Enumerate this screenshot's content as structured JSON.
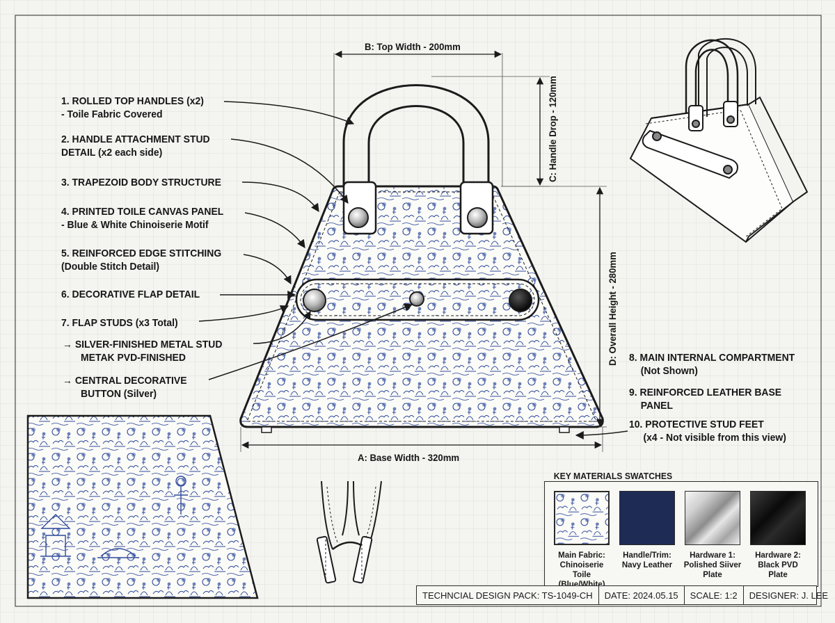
{
  "callouts": [
    {
      "title": "1. ROLLED TOP HANDLES (x2)",
      "sub": "- Toile Fabric Covered"
    },
    {
      "title": "2. HANDLE ATTACHMENT STUD",
      "sub": "DETAIL (x2 each side)"
    },
    {
      "title": "3. TRAPEZOID BODY STRUCTURE",
      "sub": ""
    },
    {
      "title": "4. PRINTED TOILE CANVAS PANEL",
      "sub": "- Blue & White Chinoiserie Motif"
    },
    {
      "title": "5. REINFORCED EDGE STITCHING",
      "sub": "(Double Stitch Detail)"
    },
    {
      "title": "6. DECORATIVE FLAP DETAIL",
      "sub": ""
    },
    {
      "title": "7. FLAP STUDS (x3 Total)",
      "sub": ""
    },
    {
      "title": "→ SILVER-FINISHED METAL STUD",
      "sub": "METAK PVD-FINISHED"
    },
    {
      "title": "→ CENTRAL DECORATIVE",
      "sub": "BUTTON (Silver)"
    },
    {
      "title": "8. MAIN INTERNAL COMPARTMENT",
      "sub": "(Not Shown)"
    },
    {
      "title": "9. REINFORCED LEATHER BASE",
      "sub": "PANEL"
    },
    {
      "title": "10. PROTECTIVE STUD FEET",
      "sub": "(x4 - Not visible from this view)"
    }
  ],
  "dimensions": {
    "top_width": "B: Top Width - 200mm",
    "handle_drop": "C: Handle Drop - 120mm",
    "overall_height": "D: Overall Height - 280mm",
    "base_width": "A: Base Width - 320mm"
  },
  "swatches": {
    "title": "KEY MATERIALS SWATCHES",
    "items": [
      {
        "caption": "Main Fabric: Chinoiserie Toile (Blue/White)",
        "color": "#2f4a9a"
      },
      {
        "caption": "Handle/Trim: Navy Leather",
        "color": "#1d2b55"
      },
      {
        "caption": "Hardware 1: Polished Siiver Plate",
        "color": "#c8c8c8"
      },
      {
        "caption": "Hardware 2: Black PVD Plate",
        "color": "#111111"
      }
    ]
  },
  "title_block": {
    "pack": "TECHNCIAL DESIGN PACK: TS-1049-CH",
    "date": "DATE: 2024.05.15",
    "scale": "SCALE: 1:2",
    "designer": "DESIGNER: J. LEE"
  },
  "colors": {
    "toile_blue": "#2f4a9a",
    "line": "#1b1b1b",
    "paper": "#f4f4f1"
  }
}
